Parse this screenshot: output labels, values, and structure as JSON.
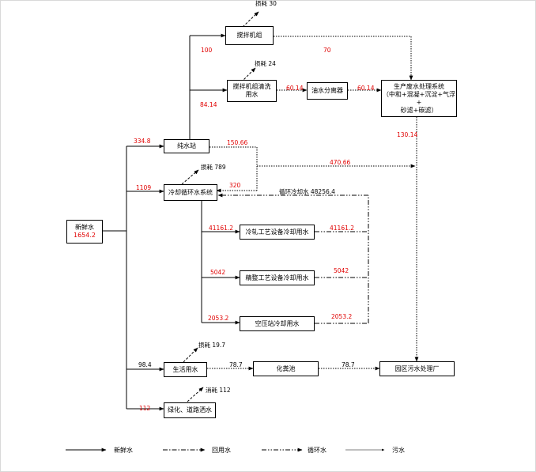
{
  "nodes": {
    "fresh_water": {
      "line1": "新鲜水",
      "line2": "1654.2"
    },
    "mixer_unit": "搅拌机组",
    "mixer_wash": {
      "line1": "搅拌机组清洗",
      "line2": "用水"
    },
    "oil_separator": "油水分离器",
    "wastewater_station": {
      "line1": "生产废水处理系统",
      "line2": "（中和+混凝+沉淀+气浮+",
      "line3": "砂滤+碳滤）"
    },
    "pure_water_station": "纯水站",
    "cooling_system": "冷却循环水系统",
    "cold_roll_cooling": "冷轧工艺设备冷却用水",
    "pickling_cooling": "精整工艺设备冷却用水",
    "air_station_cooling": "空压站冷却用水",
    "domestic_water": "生活用水",
    "septic_tank": "化粪池",
    "park_wwtp": "园区污水处理厂",
    "greening": "绿化、道路洒水"
  },
  "labels": {
    "loss_30": "损耗 30",
    "flow_100": "100",
    "flow_70": "70",
    "loss_24": "损耗 24",
    "flow_60_14_a": "60.14",
    "flow_60_14_b": "60.14",
    "flow_84_14": "84.14",
    "flow_130_14": "130.14",
    "flow_334_8": "334.8",
    "flow_150_66": "150.66",
    "flow_470_66": "470.66",
    "loss_789": "损耗 789",
    "flow_1109": "1109",
    "flow_320": "320",
    "recycle": "循环冷却水 48256.4",
    "flow_41161_2_in": "41161.2",
    "flow_41161_2_out": "41161.2",
    "flow_5042_in": "5042",
    "flow_5042_out": "5042",
    "flow_2053_2_in": "2053.2",
    "flow_2053_2_out": "2053.2",
    "loss_19_7": "损耗 19.7",
    "flow_98_4": "98.4",
    "flow_78_7_a": "78.7",
    "flow_78_7_b": "78.7",
    "loss_112": "消耗 112",
    "flow_112": "112"
  },
  "legend": {
    "fresh": "新鲜水",
    "reuse": "回用水",
    "circulating": "循环水",
    "sewage": "污水"
  },
  "colors": {
    "flow_value": "#e00000",
    "line": "#000000"
  }
}
